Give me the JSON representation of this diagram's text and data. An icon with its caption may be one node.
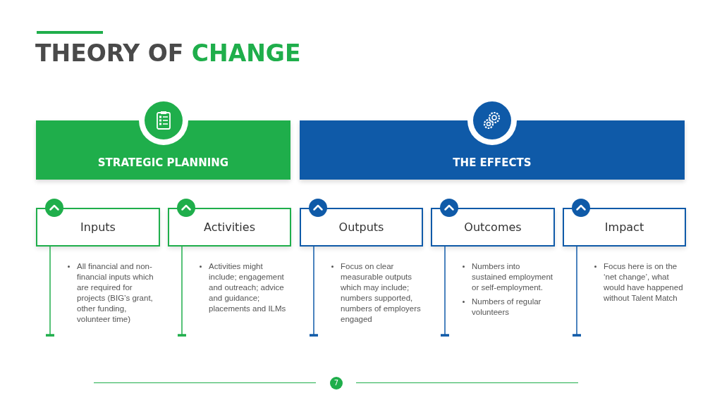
{
  "diagram": {
    "title": "THEORY OF CHANGE",
    "nodes": [
      {
        "text": [
          "STRATEGIC PLANNING"
        ]
      },
      {
        "text": [
          "THE EFFECTS"
        ]
      },
      {
        "text": [
          "Inputs"
        ],
        "beside": [
          "All financial and non-financial inputs which are required for projects (BIG’s grant, other funding, volunteer time)"
        ]
      },
      {
        "text": [
          "Activities"
        ],
        "beside": [
          "Activities might include; engagement and outreach; advice and guidance; placements and ILMs"
        ]
      },
      {
        "text": [
          "Outputs"
        ],
        "beside": [
          "Focus on clear measurable outputs which may include; numbers supported, numbers of employers engaged"
        ]
      },
      {
        "text": [
          "Outcomes"
        ],
        "beside": [
          "Numbers into sustained employment or self-employment.",
          "Numbers of regular volunteers"
        ]
      },
      {
        "text": [
          "Impact"
        ],
        "beside": [
          "Focus here is on the ‘net change’, what would have happened without Talent Match"
        ]
      }
    ],
    "edges": [],
    "labels": [
      "7"
    ]
  }
}
